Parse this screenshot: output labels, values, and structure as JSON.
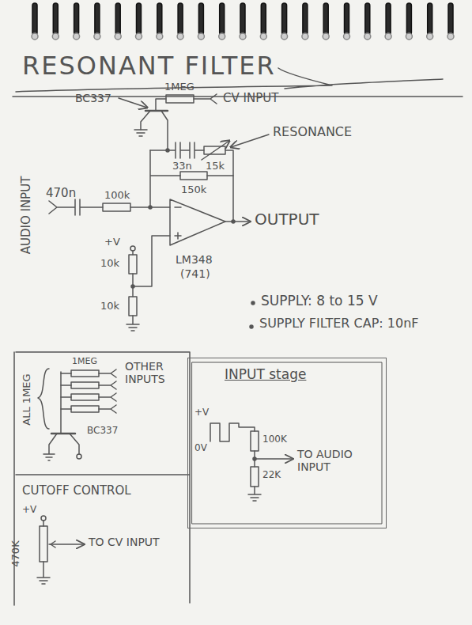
{
  "diagram": {
    "title": "RESONANT FILTER",
    "nodes": [
      {
        "text": [
          "INPUT stage"
        ]
      }
    ],
    "labels": [
      "BC337",
      "1MEG",
      "CV INPUT",
      "RESONANCE",
      "33n",
      "15k",
      "150k",
      "AUDIO INPUT",
      "470n",
      "100k",
      "OUTPUT",
      "+V",
      "10k",
      "LM348",
      "(741)",
      "10k",
      "SUPPLY: 8 to 15 V",
      "SUPPLY FILTER CAP: 10nF",
      "1MEG",
      "ALL 1MEG",
      "OTHER INPUTS",
      "BC337",
      "+V",
      "0V",
      "100K",
      "22K",
      "TO AUDIO INPUT",
      "CUTOFF CONTROL",
      "+V",
      "470K",
      "TO CV INPUT"
    ]
  }
}
